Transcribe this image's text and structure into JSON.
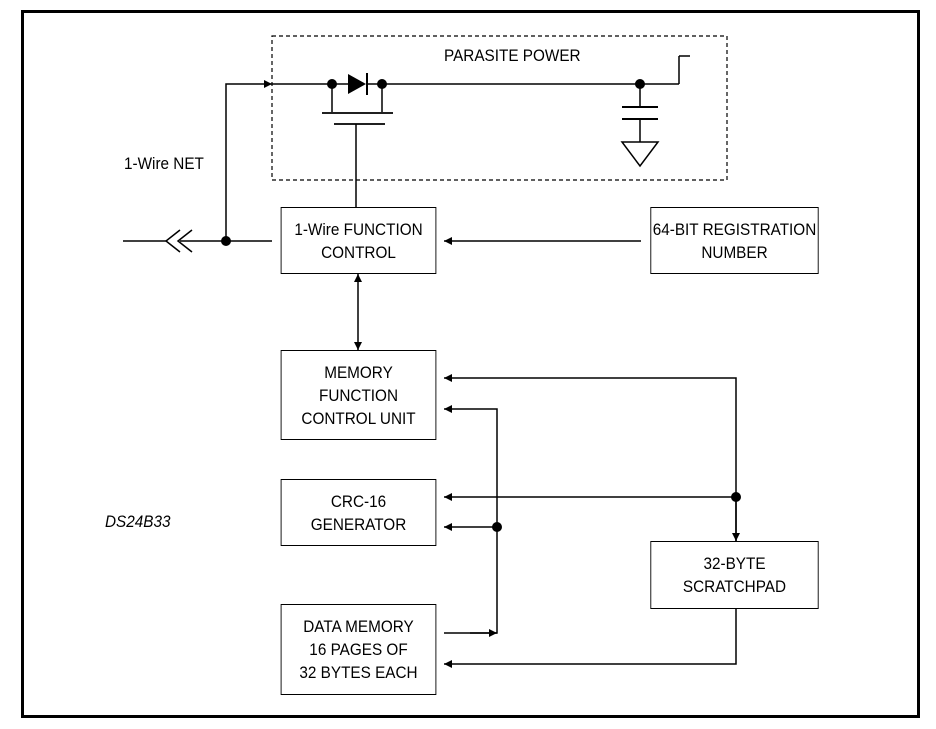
{
  "diagram": {
    "parasite_power_label": "PARASITE POWER",
    "net_label": "1-Wire NET",
    "part_number": "DS24B33",
    "blocks": {
      "function_control": "1-Wire FUNCTION\nCONTROL",
      "registration_number": "64-BIT REGISTRATION\nNUMBER",
      "memory_function_control": "MEMORY\nFUNCTION\nCONTROL UNIT",
      "crc_generator": "CRC-16\nGENERATOR",
      "scratchpad": "32-BYTE\nSCRATCHPAD",
      "data_memory": "DATA MEMORY\n16 PAGES OF\n32 BYTES EACH"
    }
  }
}
